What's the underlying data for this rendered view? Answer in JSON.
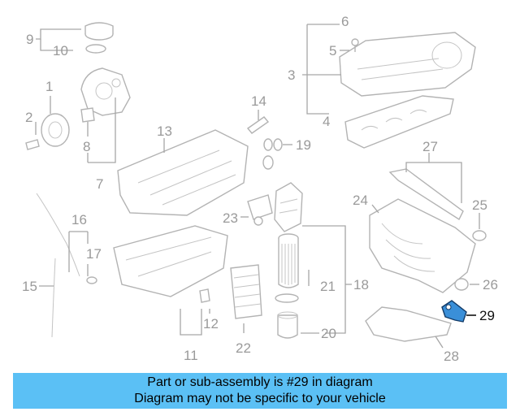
{
  "callouts": [
    "1",
    "2",
    "3",
    "4",
    "5",
    "6",
    "7",
    "8",
    "9",
    "10",
    "11",
    "12",
    "13",
    "14",
    "15",
    "16",
    "17",
    "18",
    "19",
    "20",
    "21",
    "22",
    "23",
    "24",
    "25",
    "26",
    "27",
    "28",
    "29"
  ],
  "highlight": {
    "label": "29",
    "color": "#3a8fd8"
  },
  "banner": {
    "line1": "Part or sub-assembly is #29 in diagram",
    "line2": "Diagram may not be specific to your vehicle",
    "background": "#5bc0f5"
  }
}
